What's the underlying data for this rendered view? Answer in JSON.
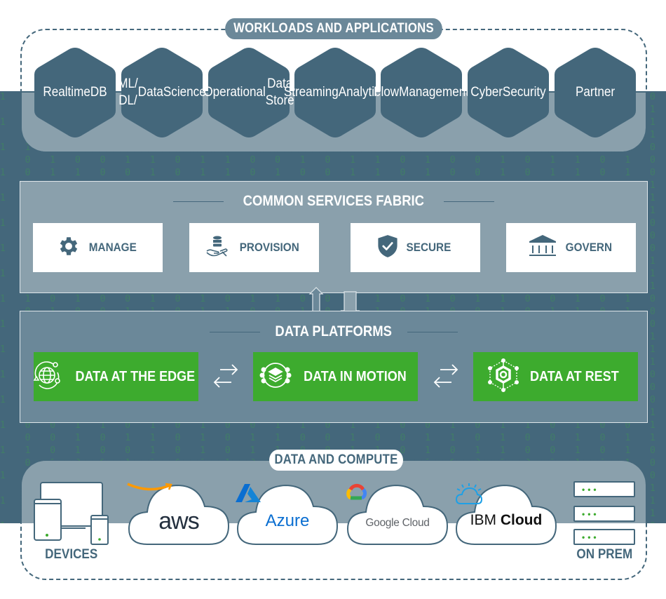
{
  "colors": {
    "primary": "#44677b",
    "panel_light": "#8aa0ac",
    "panel_mid": "#6b8899",
    "green": "#3dab2e",
    "white": "#ffffff"
  },
  "workloads": {
    "title": "WORKLOADS AND APPLICATIONS",
    "items": [
      {
        "line1": "Realtime",
        "line2": "DB",
        "line3": ""
      },
      {
        "line1": "ML/ DL/",
        "line2": "Data",
        "line3": "Science"
      },
      {
        "line1": "Operational",
        "line2": "Data Store",
        "line3": ""
      },
      {
        "line1": "Streaming",
        "line2": "Analytics",
        "line3": ""
      },
      {
        "line1": "Flow",
        "line2": "Management",
        "line3": ""
      },
      {
        "line1": "Cyber",
        "line2": "Security",
        "line3": ""
      },
      {
        "line1": "Partner",
        "line2": "",
        "line3": ""
      }
    ]
  },
  "fabric": {
    "title": "COMMON SERVICES FABRIC",
    "services": [
      {
        "label": "MANAGE",
        "icon": "gear-icon"
      },
      {
        "label": "PROVISION",
        "icon": "database-hand-icon"
      },
      {
        "label": "SECURE",
        "icon": "shield-check-icon"
      },
      {
        "label": "GOVERN",
        "icon": "institution-icon"
      }
    ]
  },
  "platforms": {
    "title": "DATA PLATFORMS",
    "items": [
      {
        "label": "DATA AT THE EDGE",
        "icon": "globe-orbit-icon"
      },
      {
        "label": "DATA IN MOTION",
        "icon": "layers-stream-icon"
      },
      {
        "label": "DATA AT REST",
        "icon": "hexagon-node-icon"
      }
    ]
  },
  "compute": {
    "title": "DATA AND COMPUTE",
    "devices_label": "DEVICES",
    "onprem_label": "ON PREM",
    "clouds": [
      {
        "name": "aws",
        "text": "aws"
      },
      {
        "name": "azure",
        "text": "Azure"
      },
      {
        "name": "google-cloud",
        "text": "Google Cloud"
      },
      {
        "name": "ibm-cloud",
        "text_light": "IBM",
        "text_bold": "Cloud"
      }
    ],
    "server_dots": "•••"
  },
  "binary_rows": [
    "1 0 1 1 0 0 1 0 1 1 0 1 0 0 1 1 0 1 0 0 1 0 1 1 0 1 0 0 1 0 1 1 0 0 1 0 1 0 1 1 0 1 0 0 1 0 1 1",
    "0 1 1 0 0 1 0 1 0 0 1 1 0 1 0 0 1 0 1 1 0 1 0 0 1 1 0 1 0 0 1 0 1 1 0 1 0 0 1 1 0 1 0 1 1 0 0 1",
    "1 0 0 1 1 0 1 0 1 0 0 1 1 0 1 1 0 0 1 0 1 1 0 1 0 0 1 1 0 1 0 1 0 0 1 1 0 1 1 0 0 1 0 1 0 1 1 0",
    "0 0 1 0 1 1 0 1 0 1 1 0 0 1 0 0 1 1 0 1 0 0 1 0 1 1 0 0 1 0 1 1 0 1 0 0 1 1 0 1 0 1 1 0 1 0 0 1",
    "1 1 0 1 0 0 1 0 1 0 1 1 0 0 1 1 0 1 0 1 1 0 0 1 0 1 0 1 1 0 0 1 0 0 1 1 0 1 0 0 1 1 0 1 0 1 0 0",
    "0 1 0 0 1 1 0 1 1 0 0 1 0 1 1 0 1 0 0 1 0 1 1 0 1 0 0 1 0 1 1 0 1 1 0 0 1 0 1 1 0 0 1 0 1 1 0 1"
  ]
}
